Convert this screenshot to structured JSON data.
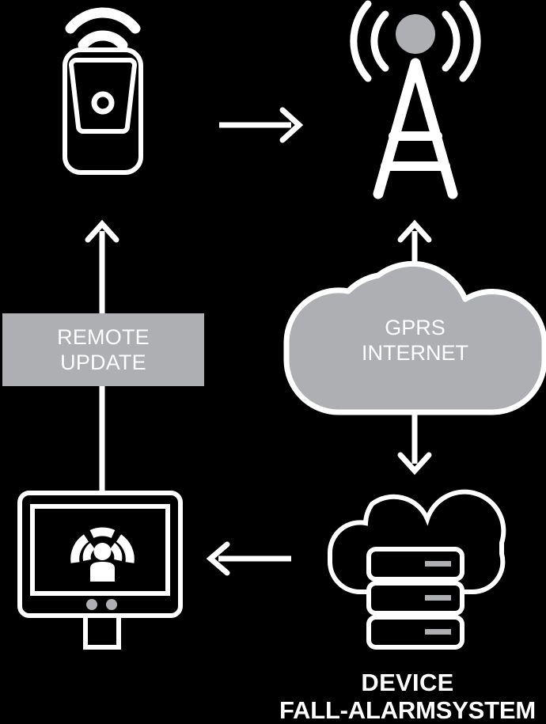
{
  "diagram": {
    "title": "Fall alarm system connectivity diagram",
    "background_color": "#000000",
    "accent_gray": "#adafb3",
    "line_color": "#ffffff"
  },
  "nodes": {
    "fall_alarm_device": {
      "icon": "pendant-alarm-device-icon",
      "label": ""
    },
    "antenna_tower": {
      "icon": "antenna-tower-icon",
      "label": "",
      "dish_color": "#adafb3"
    },
    "remote_update": {
      "label": "REMOTE\nUPDATE",
      "background": "#adafb3",
      "text_color": "#ffffff"
    },
    "gprs_cloud": {
      "label": "GPRS\nINTERNET",
      "fill": "#adafb3",
      "stroke": "#ffffff",
      "text_color": "#ffffff"
    },
    "server_cloud": {
      "icon": "cloud-server-icon",
      "caption_line1": "DEVICE",
      "caption_line2": "FALL-ALARMSYSTEM"
    },
    "monitor": {
      "icon": "monitor-alarm-display-icon",
      "label": ""
    }
  },
  "arrows": [
    {
      "name": "device-to-antenna",
      "direction": "right"
    },
    {
      "name": "remote-update-to-device",
      "direction": "up"
    },
    {
      "name": "cloud-to-antenna",
      "direction": "up"
    },
    {
      "name": "cloud-to-server",
      "direction": "down"
    },
    {
      "name": "server-to-monitor",
      "direction": "left"
    },
    {
      "name": "monitor-to-remote-update",
      "direction": "up-line"
    }
  ]
}
